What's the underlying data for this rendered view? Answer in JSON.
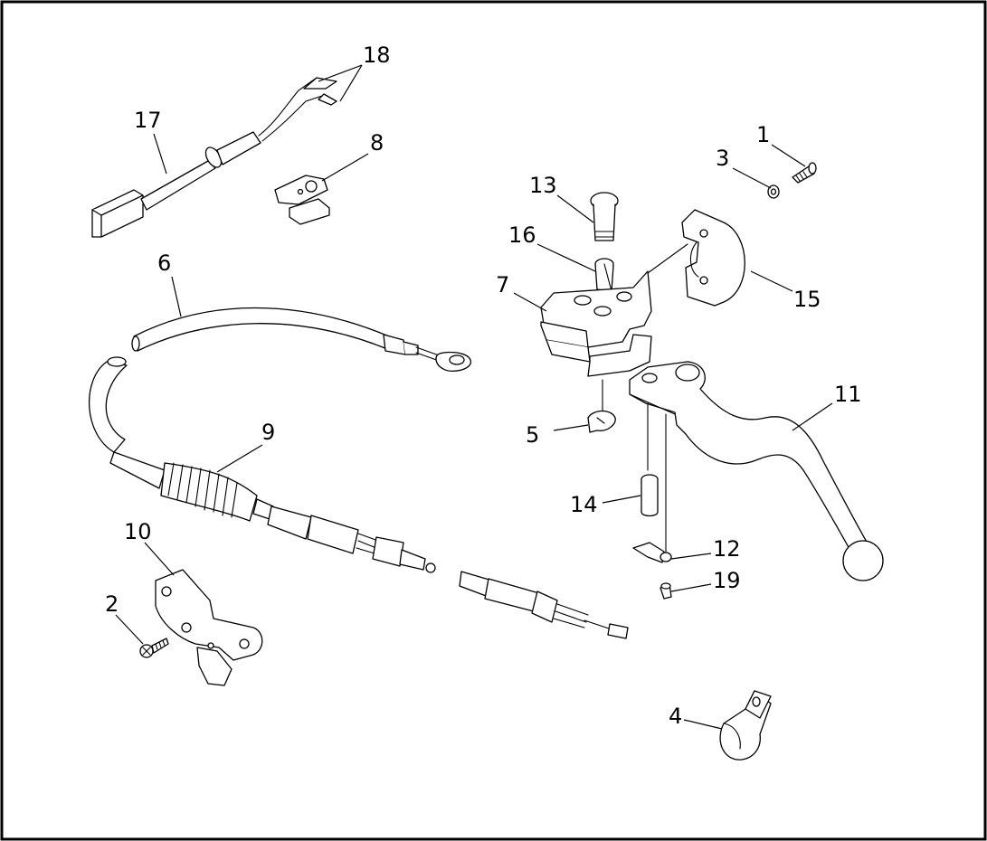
{
  "diagram": {
    "callouts": {
      "c1": "1",
      "c2": "2",
      "c3": "3",
      "c4": "4",
      "c5": "5",
      "c6": "6",
      "c7": "7",
      "c8": "8",
      "c9": "9",
      "c10": "10",
      "c11": "11",
      "c12": "12",
      "c13": "13",
      "c14": "14",
      "c15": "15",
      "c16": "16",
      "c17": "17",
      "c18": "18",
      "c19": "19"
    }
  }
}
